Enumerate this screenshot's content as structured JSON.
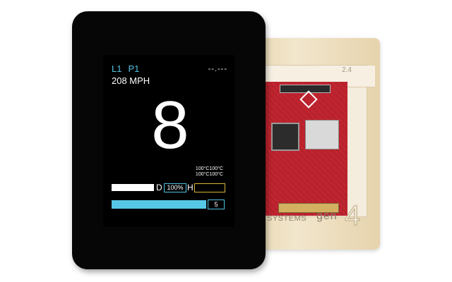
{
  "display": {
    "lap": "L1",
    "position": "P1",
    "speed": "208 MPH",
    "lap_time": "--.---",
    "gear": "8",
    "temps": [
      "100°C100°C",
      "100°C100°C"
    ],
    "d_label": "D",
    "d_percent": "100%",
    "h_label": "H",
    "fuel_value": "5"
  },
  "module": {
    "version": "2.4",
    "brand_systems": "SYSTEMS",
    "brand_gen": "gen",
    "brand_gen_digit": "4"
  },
  "colors": {
    "accent_cyan": "#4fc3e0",
    "accent_yellow": "#d8b33a",
    "pcb_red": "#c0242f",
    "bezel": "#060606",
    "frame_tan": "#e9d8b4"
  }
}
